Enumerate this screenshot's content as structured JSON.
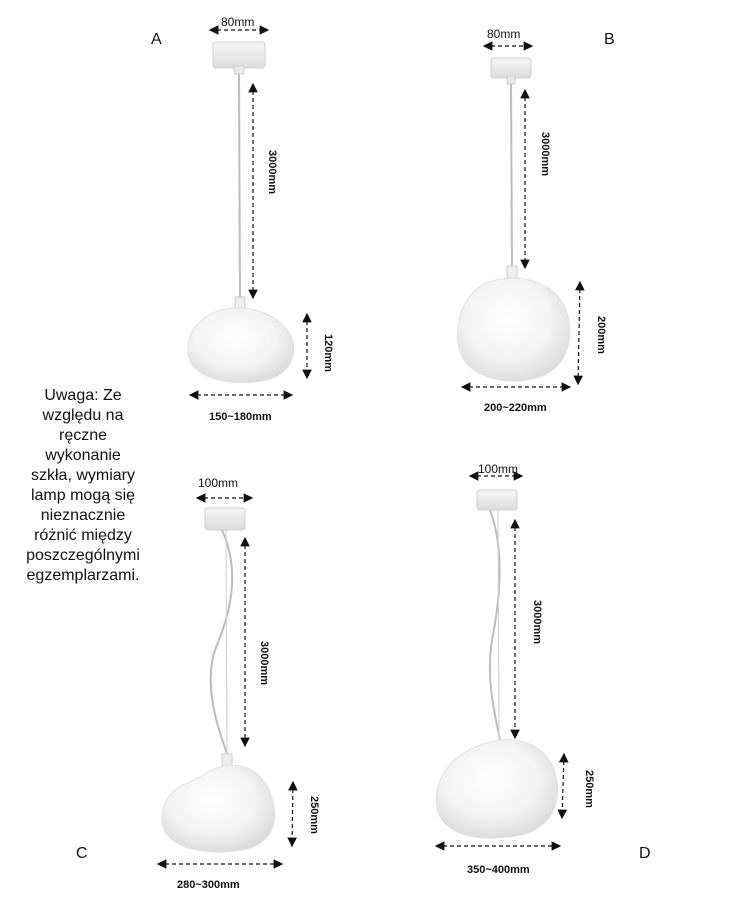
{
  "note": "Uwaga: Ze\nwzględu na\nręczne\nwykonanie\nszkła, wymiary\nlamp mogą się\nnieznacznie\nróżnić między\nposzczególnymi\negzemplarzami.",
  "lamps": [
    {
      "letter": "A",
      "canopy_width": "80mm",
      "cable_length": "3000mm",
      "shade_height": "120mm",
      "shade_width": "150~180mm"
    },
    {
      "letter": "B",
      "canopy_width": "80mm",
      "cable_length": "3000mm",
      "shade_height": "200mm",
      "shade_width": "200~220mm"
    },
    {
      "letter": "C",
      "canopy_width": "100mm",
      "cable_length": "3000mm",
      "shade_height": "250mm",
      "shade_width": "280~300mm"
    },
    {
      "letter": "D",
      "canopy_width": "100mm",
      "cable_length": "3000mm",
      "shade_height": "250mm",
      "shade_width": "350~400mm"
    }
  ]
}
